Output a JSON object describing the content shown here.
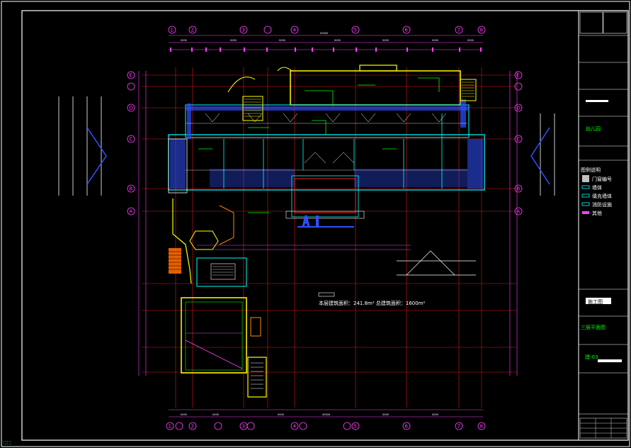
{
  "drawing": {
    "area_note": "本层建筑面积：241.8m²  总建筑面积：1600m²",
    "axis_labels_top": [
      "1",
      "2",
      "3",
      "4",
      "5",
      "6",
      "7",
      "8"
    ],
    "axis_labels_bottom": [
      "1",
      "2",
      "3",
      "4",
      "5",
      "6",
      "7",
      "8"
    ],
    "axis_labels_left": [
      "E",
      "D",
      "C",
      "B",
      "A"
    ],
    "axis_labels_right": [
      "E",
      "D",
      "C",
      "B",
      "A"
    ]
  },
  "title_block": {
    "project_name": "幼儿园",
    "drawing_status": "施工图",
    "drawing_title": "三层平面图",
    "drawing_number": "建-03"
  },
  "legend": {
    "items": [
      "图例说明",
      "门窗编号",
      "墙体",
      "填充墙体",
      "消防设施",
      "其他"
    ]
  },
  "colors": {
    "background": "#000000",
    "frame": "#ffffff",
    "axis": "#ff40ff",
    "wall": "#00ffff",
    "door": "#00ff00",
    "highlight": "#ffff00",
    "fill_blue": "#3050ff",
    "red_grid": "#ff2020",
    "title_green": "#00ff00"
  }
}
